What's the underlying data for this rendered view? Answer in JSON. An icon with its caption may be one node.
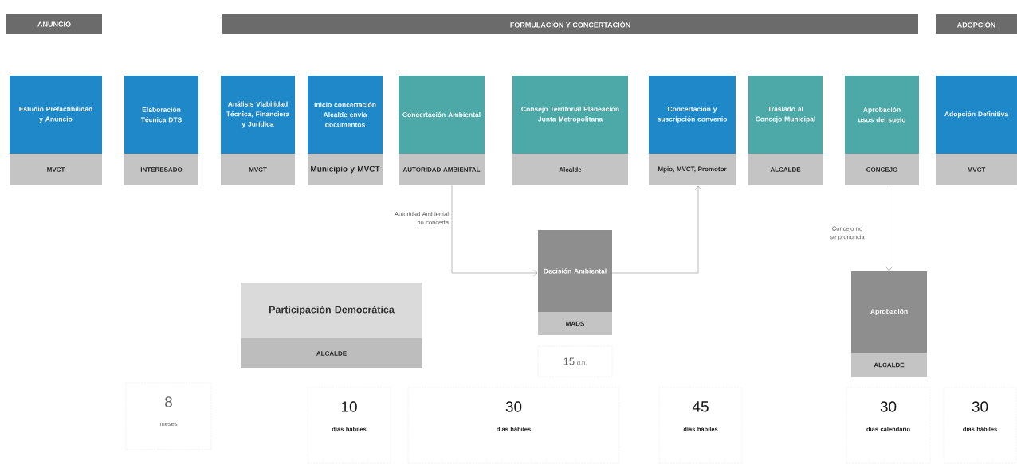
{
  "diagram": {
    "nodes": [
      {
        "text": [
          "ANUNCIO"
        ]
      },
      {
        "text": [
          "FORMULACIÓN Y CONCERTACIÓN"
        ]
      },
      {
        "text": [
          "ADOPCIÓN"
        ]
      },
      {
        "text": [
          "Estudio Prefactibilidad y Anuncio",
          "MVCT"
        ]
      },
      {
        "text": [
          "Elaboración Técnica DTS",
          "INTERESADO"
        ]
      },
      {
        "text": [
          "Análisis Viabilidad Técnica, Financiera y Jurídica",
          "MVCT"
        ]
      },
      {
        "text": [
          "Inicio concertación Alcalde envía documentos",
          "Municipio y MVCT"
        ]
      },
      {
        "text": [
          "Concertación Ambiental",
          "AUTORIDAD AMBIENTAL"
        ]
      },
      {
        "text": [
          "Consejo Territorial Planeación Junta Metropolitana",
          "Alcalde"
        ]
      },
      {
        "text": [
          "Concertación y suscripción convenio",
          "Mpio, MVCT, Promotor"
        ]
      },
      {
        "text": [
          "Traslado al Concejo Municipal",
          "ALCALDE"
        ]
      },
      {
        "text": [
          "Aprobación usos del suelo",
          "CONCEJO"
        ]
      },
      {
        "text": [
          "Adopción Definitiva",
          "MVCT"
        ]
      },
      {
        "text": [
          "Participación Democrática",
          "ALCALDE"
        ]
      },
      {
        "text": [
          "Decisión Ambiental",
          "MADS"
        ]
      },
      {
        "text": [
          "15",
          "d.h."
        ]
      },
      {
        "text": [
          "Aprobación",
          "ALCALDE"
        ]
      },
      {
        "text": [
          "8",
          "meses"
        ]
      },
      {
        "text": [
          "10",
          "días hábiles"
        ]
      },
      {
        "text": [
          "30",
          "días hábiles"
        ]
      },
      {
        "text": [
          "45",
          "días hábiles"
        ]
      },
      {
        "text": [
          "30",
          "dias calendario"
        ]
      },
      {
        "text": [
          "30",
          "dias hábiles"
        ]
      }
    ],
    "edges": [
      {
        "from": 7,
        "to": 14,
        "arrow": "to",
        "label": "Autoridad Ambiental no concerta"
      },
      {
        "from": 14,
        "to": 9,
        "arrow": "to"
      },
      {
        "from": 11,
        "to": 16,
        "arrow": "to",
        "label": "Concejo no se pronuncia"
      }
    ]
  }
}
